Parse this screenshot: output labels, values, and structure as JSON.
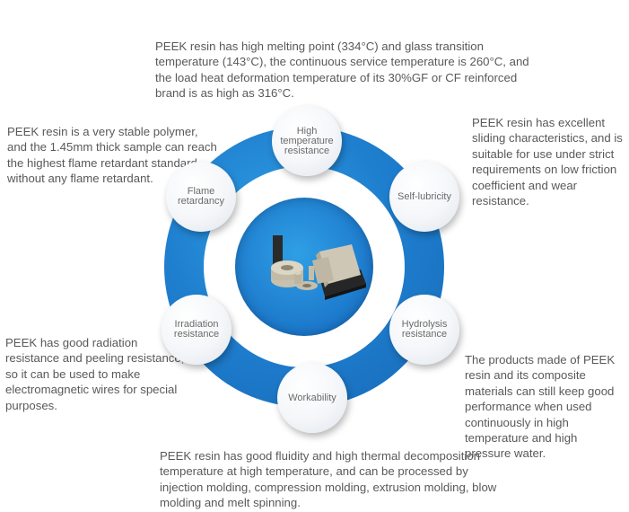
{
  "descriptions": {
    "top": "PEEK resin has high melting point (334°C) and glass transition temperature (143°C), the continuous service temperature is 260°C, and the load heat deformation temperature of its 30%GF or CF reinforced brand is as high as 316°C.",
    "top_left": "PEEK resin is a very stable polymer, and the 1.45mm thick sample can reach the highest flame retardant standard without any flame retardant.",
    "top_right": "PEEK resin has excellent sliding characteristics, and is suitable for use under strict requirements on low friction coefficient and wear resistance.",
    "left": "PEEK has good radiation resistance and peeling resistance, so it can be used to make electromagnetic wires for special purposes.",
    "right": "The products made of PEEK resin and its composite materials can still keep good performance when used continuously in high temperature and high pressure water.",
    "bottom": "PEEK resin has good fluidity and high thermal decomposition temperature at high temperature, and can be processed by injection molding, compression molding, extrusion molding, blow molding and melt spinning."
  },
  "nodes": {
    "high_temp": "High temperature resistance",
    "flame": "Flame retardancy",
    "self_lubricity": "Self-lubricity",
    "irradiation": "Irradiation resistance",
    "hydrolysis": "Hydrolysis resistance",
    "workability": "Workability"
  },
  "colors": {
    "ring_blue": "#1f7fcf",
    "node_white": "#f4f6f9",
    "text_gray": "#595959"
  }
}
